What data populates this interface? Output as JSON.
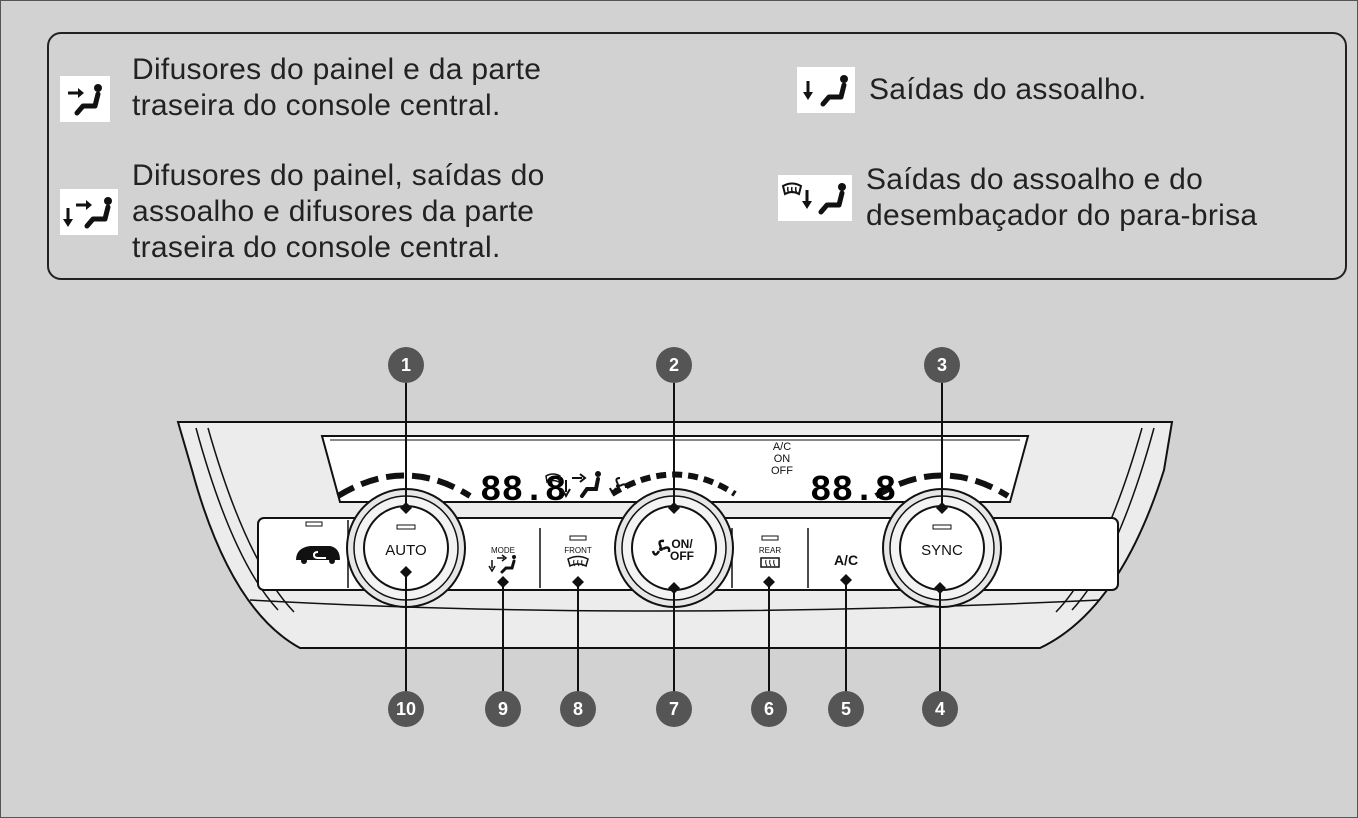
{
  "legend": {
    "items": [
      {
        "icon": "dash-vent-icon",
        "text": "Difusores do painel e da parte\ntraseira do console central."
      },
      {
        "icon": "floor-vent-icon",
        "text": "Saídas do assoalho."
      },
      {
        "icon": "dash-floor-vent-icon",
        "text": "Difusores do painel, saídas do\nassoalho e difusores da parte\ntraseira do console central."
      },
      {
        "icon": "floor-defrost-vent-icon",
        "text": "Saídas do assoalho e do\ndesembaçador do para-brisa"
      }
    ]
  },
  "panel": {
    "auto_label": "AUTO",
    "sync_label": "SYNC",
    "onoff_label_top": "ON/",
    "onoff_label_bottom": "OFF",
    "mode_label": "MODE",
    "front_label": "FRONT",
    "rear_label": "REAR",
    "ac_label": "A/C",
    "display_temp_left": "88.8",
    "display_temp_right": "88.8",
    "display_ac_line1": "A/C",
    "display_ac_line2": "ON",
    "display_ac_line3": "OFF"
  },
  "callouts": [
    "1",
    "2",
    "3",
    "4",
    "5",
    "6",
    "7",
    "8",
    "9",
    "10"
  ]
}
